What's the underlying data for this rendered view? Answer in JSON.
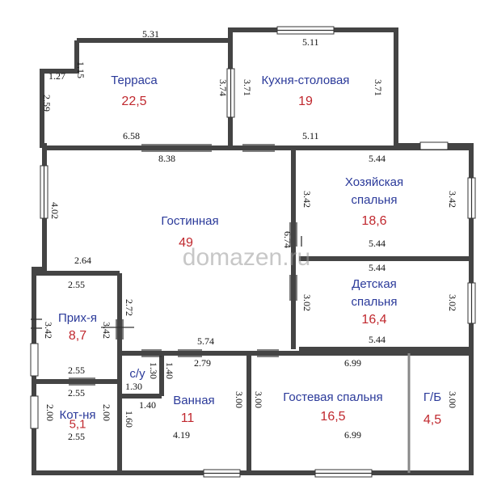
{
  "watermark": "domazen.ru",
  "rooms": [
    {
      "name": "Терраса",
      "area": "22,5"
    },
    {
      "name": "Кухня-столовая",
      "area": "19"
    },
    {
      "name_lines": [
        "Хозяйская",
        "спальня"
      ],
      "area": "18,6"
    },
    {
      "name": "Гостинная",
      "area": "49"
    },
    {
      "name_lines": [
        "Детская",
        "спальня"
      ],
      "area": "16,4"
    },
    {
      "name": "Прих-я",
      "area": "8,7"
    },
    {
      "name": "Кот-ня",
      "area": "5,1"
    },
    {
      "name": "с/у"
    },
    {
      "name": "Ванная",
      "area": "11"
    },
    {
      "name": "Гостевая спальня",
      "area": "16,5"
    },
    {
      "name": "Г/Б",
      "area": "4,5"
    }
  ],
  "dims": {
    "terrace_top": "5.31",
    "terrace_left_a": "1.15",
    "terrace_left_b": "1.27",
    "terrace_left_c": "2.59",
    "terrace_right": "3.74",
    "terrace_bottom": "6.58",
    "kitchen_top": "5.11",
    "kitchen_left": "3.71",
    "kitchen_right": "3.71",
    "kitchen_bottom": "5.11",
    "living_top": "8.38",
    "living_left": "4.02",
    "living_right": "6.74",
    "living_bottom_left": "2.64",
    "living_bottom_right": "5.74",
    "master_top": "5.44",
    "master_left": "3.42",
    "master_right": "3.42",
    "master_bottom": "5.44",
    "kids_top": "5.44",
    "kids_left": "3.02",
    "kids_right": "3.02",
    "kids_bottom": "5.44",
    "hall_top": "2.55",
    "hall_left": "3.42",
    "hall_right": "3.42",
    "hall_right2": "2.72",
    "hall_bottom": "2.55",
    "boiler_top": "2.55",
    "boiler_left": "2.00",
    "boiler_right": "2.00",
    "boiler_bottom": "2.55",
    "wc_bottom": "1.30",
    "wc_right": "1.30",
    "wc_left2": "1.40",
    "bath_top": "2.79",
    "bath_left_a": "1.40",
    "bath_left_b": "1.60",
    "bath_right": "3.00",
    "bath_bottom": "4.19",
    "guest_top": "6.99",
    "guest_left": "3.00",
    "guest_right": "3.00",
    "guest_bottom": "6.99"
  }
}
